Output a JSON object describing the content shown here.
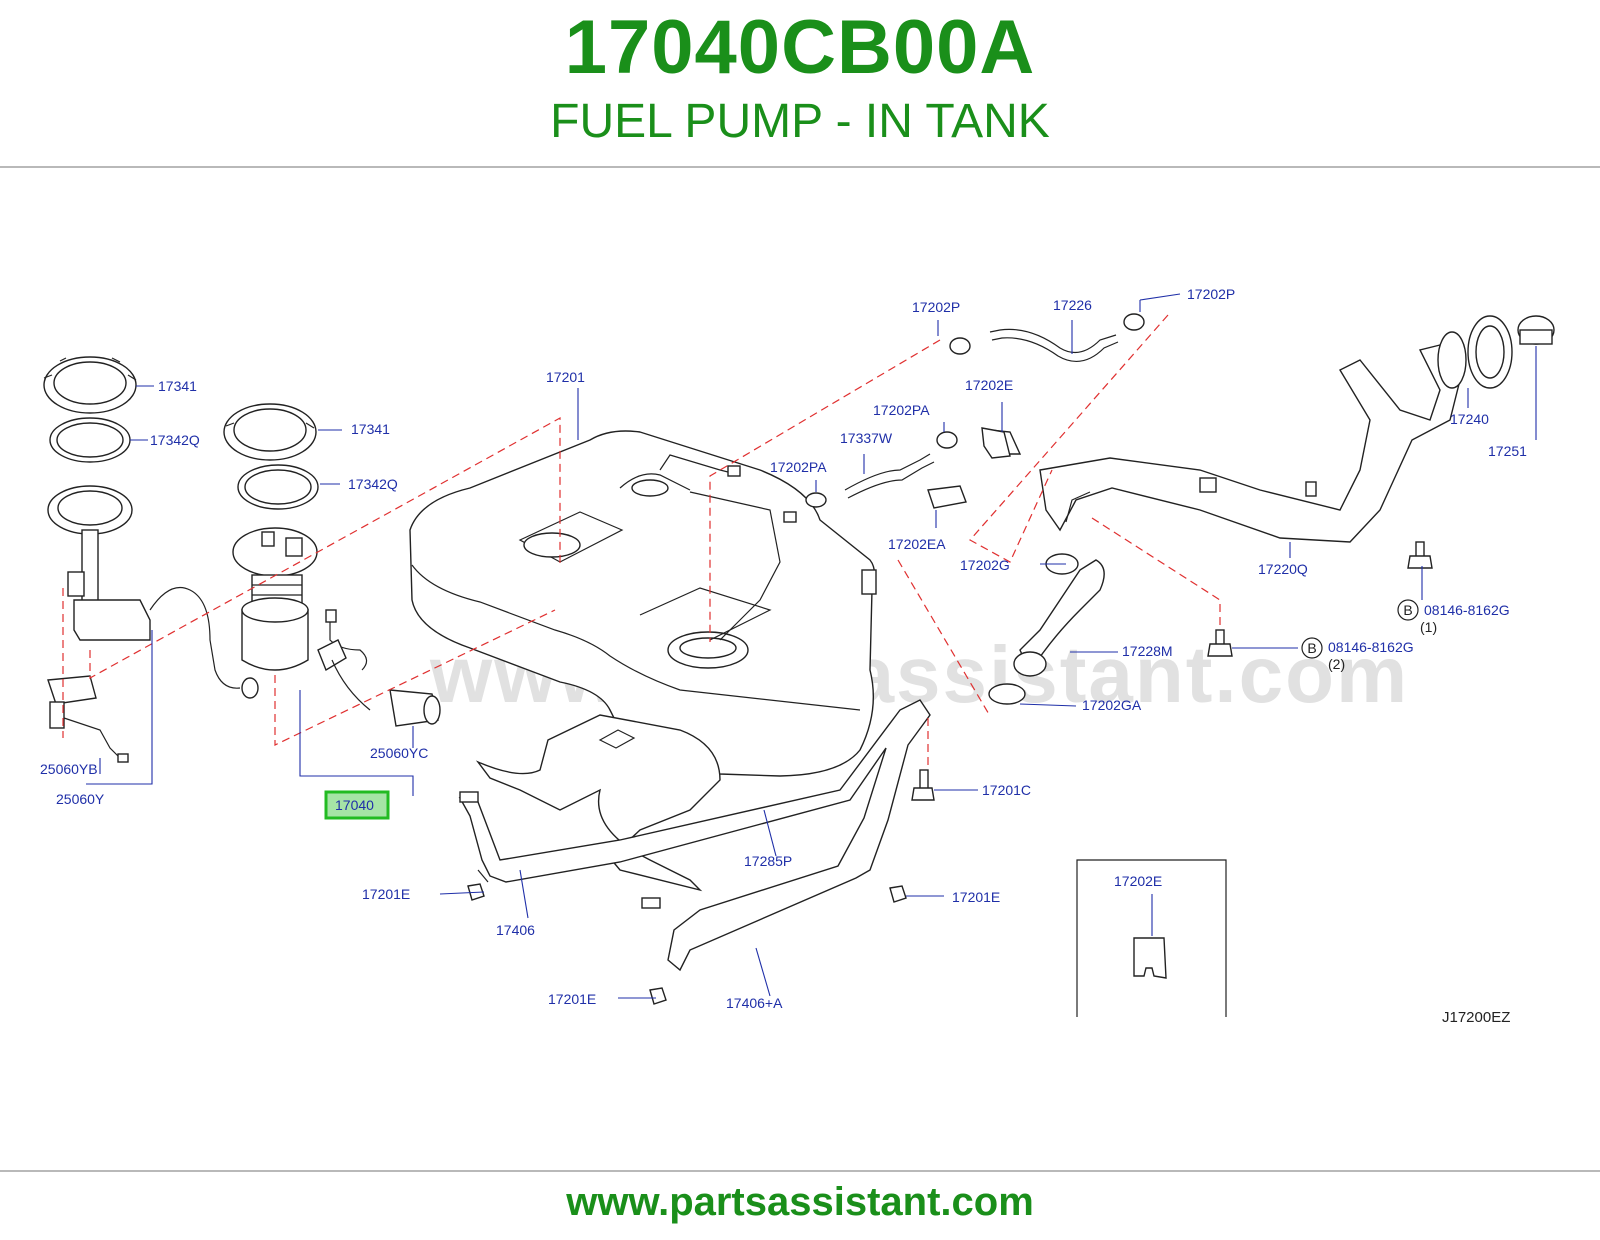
{
  "header": {
    "part_number": "17040CB00A",
    "part_name": "FUEL PUMP - IN TANK"
  },
  "footer": {
    "url": "www.partsassistant.com"
  },
  "watermark": "www.partsassistant.com",
  "diagram_code": "J17200EZ",
  "highlight_color": "#33cc33",
  "labels": {
    "p17341_a": "17341",
    "p17342q_a": "17342Q",
    "p17341_b": "17341",
    "p17342q_b": "17342Q",
    "p25060yb": "25060YB",
    "p25060y": "25060Y",
    "p25060yc": "25060YC",
    "p17040": "17040",
    "p17201": "17201",
    "p17202p_a": "17202P",
    "p17226": "17226",
    "p17202p_b": "17202P",
    "p17202e_a": "17202E",
    "p17202pa_a": "17202PA",
    "p17337w": "17337W",
    "p17202pa_b": "17202PA",
    "p17202ea": "17202EA",
    "p17202g": "17202G",
    "p17240": "17240",
    "p17251": "17251",
    "p17220q": "17220Q",
    "p08146_1": "08146-8162G",
    "p08146_1_qty": "(1)",
    "p08146_2": "08146-8162G",
    "p08146_2_qty": "(2)",
    "b1": "B",
    "b2": "B",
    "p17228m": "17228M",
    "p17202ga": "17202GA",
    "p17201c": "17201C",
    "p17285p": "17285P",
    "p17201e_a": "17201E",
    "p17406": "17406",
    "p17201e_b": "17201E",
    "p17201e_c": "17201E",
    "p17406a": "17406+A",
    "p17202e_b": "17202E"
  }
}
